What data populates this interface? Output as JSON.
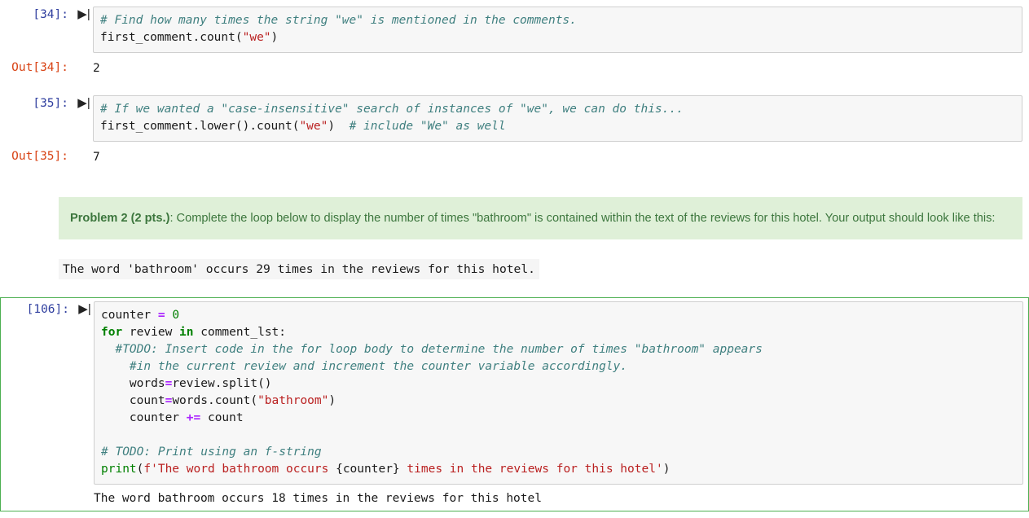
{
  "notebook": {
    "run_icon": "run-cell-icon",
    "cells": [
      {
        "type": "code",
        "prompt": "[34]:",
        "lines": [
          "# Find how many times the string \"we\" is mentioned in the comments.",
          "first_comment.count(\"we\")"
        ],
        "output": {
          "prompt": "Out[34]:",
          "text": "2"
        }
      },
      {
        "type": "code",
        "prompt": "[35]:",
        "lines": [
          "# If we wanted a \"case-insensitive\" search of instances of \"we\", we can do this...",
          "first_comment.lower().count(\"we\")  # include \"We\" as well"
        ],
        "output": {
          "prompt": "Out[35]:",
          "text": "7"
        }
      },
      {
        "type": "markdown",
        "alert": {
          "heading": "Problem 2 (2 pts.)",
          "body": ": Complete the loop below to display the number of times \"bathroom\" is contained within the text of the reviews for this hotel. Your output should look like this:"
        },
        "sample_output": "The word 'bathroom' occurs 29 times in the reviews for this hotel."
      },
      {
        "type": "code",
        "prompt": "[106]:",
        "selected": true,
        "code_tokens": [
          [
            {
              "t": "counter ",
              "c": "pl"
            },
            {
              "t": "=",
              "c": "o"
            },
            {
              "t": " ",
              "c": "pl"
            },
            {
              "t": "0",
              "c": "mi"
            }
          ],
          [
            {
              "t": "for",
              "c": "k"
            },
            {
              "t": " review ",
              "c": "pl"
            },
            {
              "t": "in",
              "c": "k"
            },
            {
              "t": " comment_lst:",
              "c": "pl"
            }
          ],
          [
            {
              "t": "  #TODO: Insert code in the for loop body to determine the number of times \"bathroom\" appears",
              "c": "c"
            }
          ],
          [
            {
              "t": "    #in the current review and increment the counter variable accordingly.",
              "c": "c"
            }
          ],
          [
            {
              "t": "    words",
              "c": "pl"
            },
            {
              "t": "=",
              "c": "o"
            },
            {
              "t": "review.split()",
              "c": "pl"
            }
          ],
          [
            {
              "t": "    count",
              "c": "pl"
            },
            {
              "t": "=",
              "c": "o"
            },
            {
              "t": "words.count(",
              "c": "pl"
            },
            {
              "t": "\"bathroom\"",
              "c": "s"
            },
            {
              "t": ")",
              "c": "pl"
            }
          ],
          [
            {
              "t": "    counter ",
              "c": "pl"
            },
            {
              "t": "+=",
              "c": "o"
            },
            {
              "t": " count",
              "c": "pl"
            }
          ],
          [
            {
              "t": "",
              "c": "pl"
            }
          ],
          [
            {
              "t": "# TODO: Print using an f-string",
              "c": "c"
            }
          ],
          [
            {
              "t": "print",
              "c": "nb"
            },
            {
              "t": "(",
              "c": "pl"
            },
            {
              "t": "f'The word bathroom occurs ",
              "c": "s"
            },
            {
              "t": "{counter}",
              "c": "pl"
            },
            {
              "t": " times in the reviews for this hotel'",
              "c": "s"
            },
            {
              "t": ")",
              "c": "pl"
            }
          ]
        ],
        "output": {
          "text": "The word bathroom occurs 18 times in the reviews for this hotel"
        }
      }
    ]
  },
  "colors": {
    "in_prompt": "#303F9F",
    "out_prompt": "#D84315",
    "comment": "#408080",
    "string": "#BA2121",
    "keyword": "#008000",
    "operator": "#AA22FF",
    "alert_bg": "#dff0d8",
    "alert_fg": "#3c763d",
    "selected_border": "#4caf50",
    "cell_bg": "#f7f7f7"
  }
}
